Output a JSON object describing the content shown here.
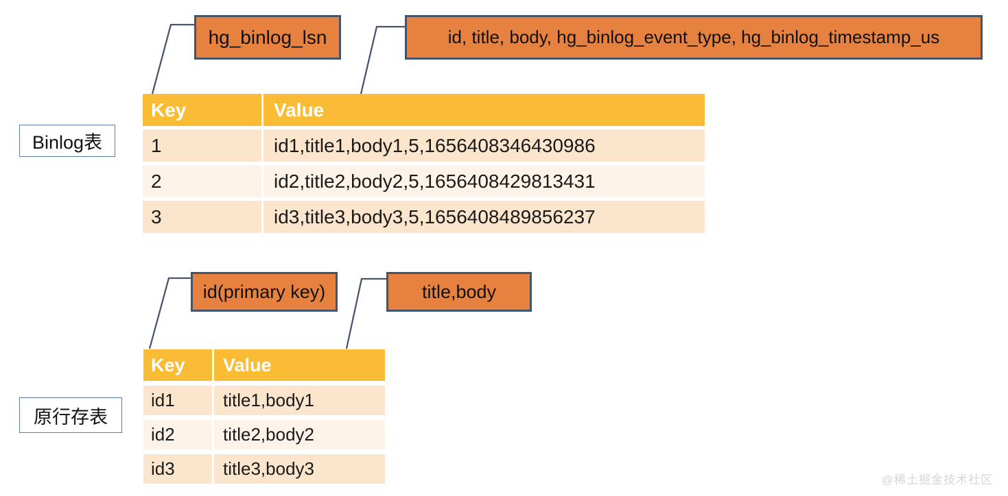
{
  "colors": {
    "callout_fill": "#E6813F",
    "callout_border": "#44546A",
    "leader_line": "#44546A",
    "table_header_bg": "#F9BC34",
    "table_row_odd_bg": "#FBE5CD",
    "table_row_even_bg": "#FEF3E9",
    "table_header_text": "#FFFFFF",
    "side_label_border": "#5B7BA8",
    "watermark_text": "#D6D6D6"
  },
  "callouts": {
    "binlog_key": {
      "text": "hg_binlog_lsn"
    },
    "binlog_value": {
      "text": "id, title, body, hg_binlog_event_type, hg_binlog_timestamp_us"
    },
    "row_store_key": {
      "text": "id(primary key)"
    },
    "row_store_value": {
      "text": "title,body"
    }
  },
  "tables": {
    "binlog": {
      "label": "Binlog表",
      "columns": [
        "Key",
        "Value"
      ],
      "rows": [
        {
          "key": "1",
          "value": "id1,title1,body1,5,1656408346430986"
        },
        {
          "key": "2",
          "value": "id2,title2,body2,5,1656408429813431"
        },
        {
          "key": "3",
          "value": "id3,title3,body3,5,1656408489856237"
        }
      ]
    },
    "row_store": {
      "label": "原行存表",
      "columns": [
        "Key",
        "Value"
      ],
      "rows": [
        {
          "key": "id1",
          "value": "title1,body1"
        },
        {
          "key": "id2",
          "value": "title2,body2"
        },
        {
          "key": "id3",
          "value": "title3,body3"
        }
      ]
    }
  },
  "watermark": "@稀土掘金技术社区"
}
